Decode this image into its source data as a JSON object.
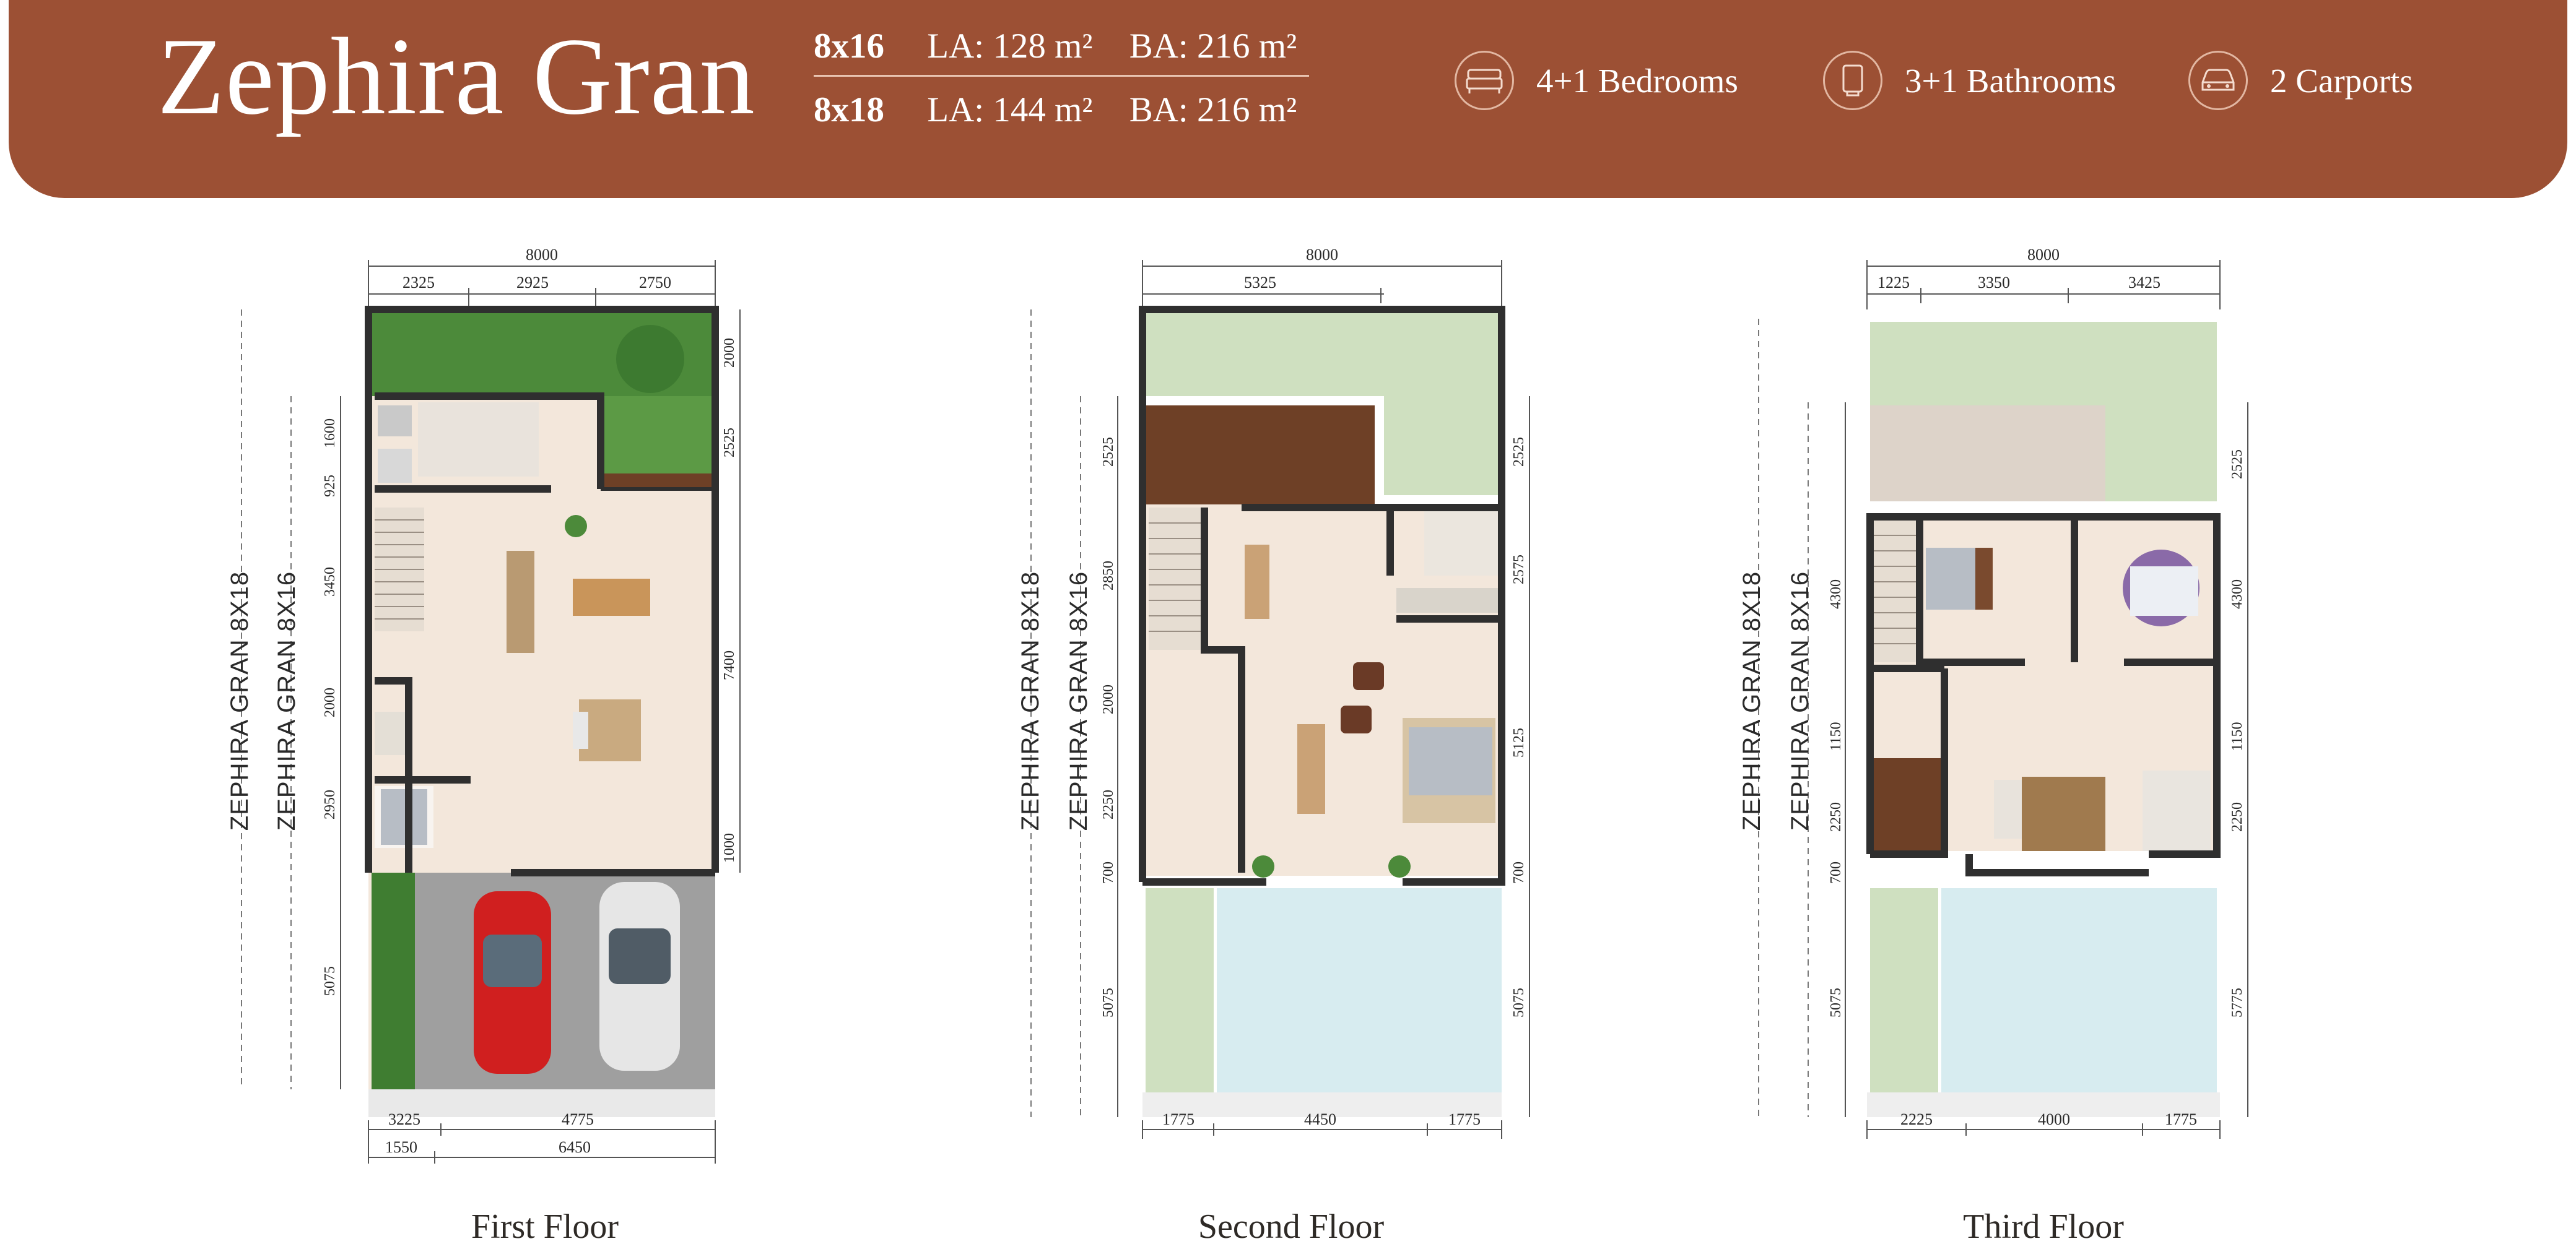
{
  "header": {
    "title": "Zephira Gran",
    "specs": [
      {
        "code": "8x16",
        "la": "LA: 128 m²",
        "ba": "BA: 216 m²"
      },
      {
        "code": "8x18",
        "la": "LA: 144 m²",
        "ba": "BA: 216 m²"
      }
    ],
    "features": [
      {
        "icon": "bed-icon",
        "label": "4+1 Bedrooms"
      },
      {
        "icon": "bathroom-icon",
        "label": "3+1 Bathrooms"
      },
      {
        "icon": "car-icon",
        "label": "2 Carports"
      }
    ]
  },
  "vertical_labels": {
    "long": "ZEPHIRA GRAN 8X18",
    "short": "ZEPHIRA GRAN 8X16"
  },
  "floors": [
    {
      "label": "First Floor",
      "top_total": "8000",
      "top_segments": [
        "2325",
        "2925",
        "2750"
      ],
      "bottom_row1": [
        "3225",
        "4775"
      ],
      "bottom_row2": [
        "1550",
        "6450"
      ],
      "left_dims": [
        "1600",
        "925",
        "3450",
        "2000",
        "2950",
        "5075"
      ],
      "right_dims": [
        "2000",
        "2525",
        "7400",
        "1000"
      ]
    },
    {
      "label": "Second Floor",
      "top_total": "8000",
      "top_segments": [
        "5325"
      ],
      "bottom_row1": [
        "1775",
        "4450",
        "1775"
      ],
      "left_dims": [
        "2525",
        "2850",
        "2000",
        "2250",
        "700",
        "5075"
      ],
      "right_dims": [
        "2525",
        "2575",
        "5125",
        "700",
        "5075"
      ]
    },
    {
      "label": "Third Floor",
      "top_total": "8000",
      "top_segments": [
        "1225",
        "3350",
        "3425"
      ],
      "bottom_row1": [
        "2225",
        "4000",
        "1775"
      ],
      "left_dims": [
        "4300",
        "1150",
        "2250",
        "700",
        "5075"
      ],
      "right_dims": [
        "2525",
        "4300",
        "1150",
        "2250",
        "5775"
      ]
    }
  ],
  "colors": {
    "banner": "#9c5034",
    "wall": "#2f2f2f",
    "floor": "#f3e7db",
    "grass": "#4c8a3a",
    "pale_grass": "#cfe0c0",
    "wood": "#6e4026",
    "glass": "#d7ecf0"
  }
}
